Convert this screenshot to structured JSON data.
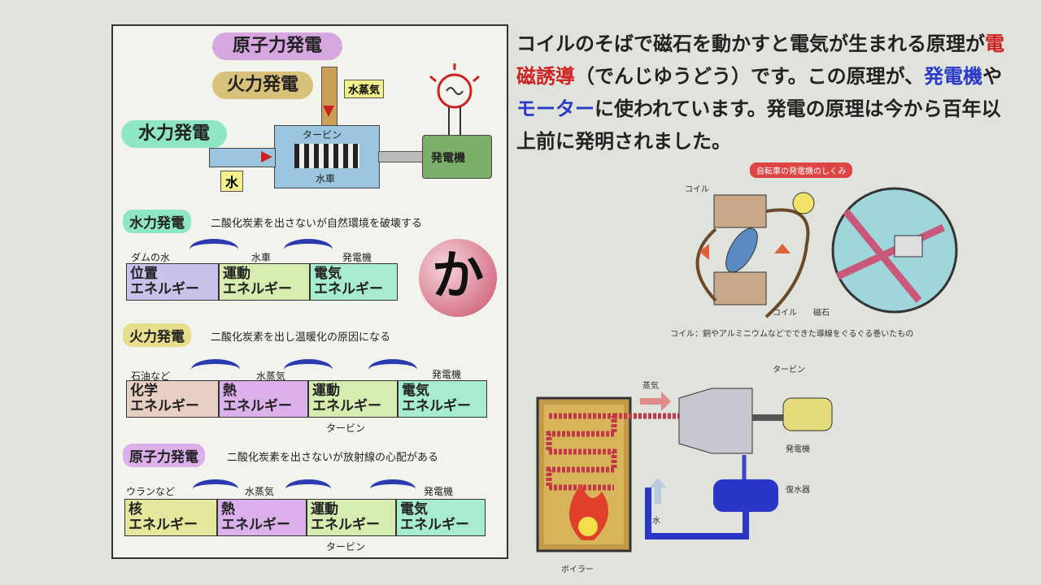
{
  "top": {
    "nuclear_pill": "原子力発電",
    "thermal_pill": "火力発電",
    "hydro_pill": "水力発電",
    "steam": "水蒸気",
    "water": "水",
    "turbine": "タービン",
    "waterwheel": "水車",
    "generator": "発電機"
  },
  "hydro": {
    "title": "水力発電",
    "desc": "二酸化炭素を出さないが自然環境を破壊する",
    "labels": [
      "ダムの水",
      "水車",
      "発電機"
    ],
    "boxes": [
      {
        "line1": "位置",
        "line2": "エネルギー",
        "color": "#c9c3ec"
      },
      {
        "line1": "運動",
        "line2": "エネルギー",
        "color": "#d6ecb0"
      },
      {
        "line1": "電気",
        "line2": "エネルギー",
        "color": "#a8ecd0"
      }
    ],
    "badge": "か"
  },
  "thermal": {
    "title": "火力発電",
    "desc": "二酸化炭素を出し温暖化の原因になる",
    "labels": [
      "石油など",
      "水蒸気",
      "",
      "発電機"
    ],
    "boxes": [
      {
        "line1": "化学",
        "line2": "エネルギー",
        "color": "#e7cfc4"
      },
      {
        "line1": "熱",
        "line2": "エネルギー",
        "color": "#dcb0ea"
      },
      {
        "line1": "運動",
        "line2": "エネルギー",
        "color": "#d6ecb0"
      },
      {
        "line1": "電気",
        "line2": "エネルギー",
        "color": "#a8ecd0"
      }
    ],
    "under": "タービン"
  },
  "nuclear": {
    "title": "原子力発電",
    "desc": "二酸化炭素を出さないが放射線の心配がある",
    "labels": [
      "ウランなど",
      "水蒸気",
      "",
      "発電機"
    ],
    "boxes": [
      {
        "line1": "核",
        "line2": "エネルギー",
        "color": "#e4e79c"
      },
      {
        "line1": "熱",
        "line2": "エネルギー",
        "color": "#dcb0ea"
      },
      {
        "line1": "運動",
        "line2": "エネルギー",
        "color": "#d6ecb0"
      },
      {
        "line1": "電気",
        "line2": "エネルギー",
        "color": "#a8ecd0"
      }
    ],
    "under": "タービン"
  },
  "text": {
    "p1": "コイルのそばで磁石を動かすと電気が生まれる原理が",
    "induction": "電磁誘導",
    "p2": "（でんじゆうどう）です。この原理が、",
    "generator": "発電機",
    "p3": "や",
    "motor": "モーター",
    "p4": "に使われています。発電の原理は今から百年以上前に発明されました。"
  },
  "bike": {
    "title": "自転車の発電機のしくみ",
    "coil_top": "コイル",
    "coil_bottom": "コイル",
    "magnet": "磁石",
    "caption": "コイル：銅やアルミニウムなどでできた導線をぐるぐる巻いたもの"
  },
  "plant": {
    "steam": "蒸気",
    "turbine": "タービン",
    "generator": "発電機",
    "condenser": "復水器",
    "water": "水",
    "boiler": "ボイラー"
  }
}
